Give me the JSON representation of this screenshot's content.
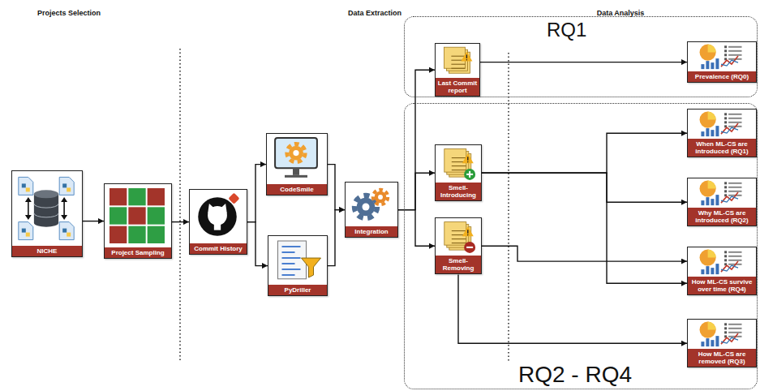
{
  "diagram": {
    "nodes": [
      {
        "text": [
          "NICHE"
        ]
      },
      {
        "text": [
          "Project Sampling"
        ]
      },
      {
        "text": [
          "Commit History"
        ]
      },
      {
        "text": [
          "CodeSmile"
        ]
      },
      {
        "text": [
          "PyDriller"
        ]
      },
      {
        "text": [
          "Integration"
        ]
      },
      {
        "text": [
          "RQ1"
        ]
      },
      {
        "text": [
          "Last Commit report"
        ],
        "in": 6
      },
      {
        "text": [
          "Prevalence (RQ0)"
        ],
        "in": 6
      },
      {
        "text": [
          "RQ2 - RQ4"
        ]
      },
      {
        "text": [
          "Smell-Introducing"
        ],
        "in": 9
      },
      {
        "text": [
          "Smell-Removing"
        ],
        "in": 9
      },
      {
        "text": [
          "When ML-CS are introduced (RQ1)"
        ],
        "in": 9
      },
      {
        "text": [
          "Why ML-CS are introduced (RQ2)"
        ],
        "in": 9
      },
      {
        "text": [
          "How ML-CS survive over time (RQ4)"
        ],
        "in": 9
      },
      {
        "text": [
          "How ML-CS are removed (RQ3)"
        ],
        "in": 9
      }
    ],
    "edges": [
      {
        "from": 0,
        "to": 1,
        "arrow": "to"
      },
      {
        "from": 1,
        "to": 2,
        "arrow": "to"
      },
      {
        "from": 2,
        "to": 3,
        "arrow": "to"
      },
      {
        "from": 2,
        "to": 4,
        "arrow": "to"
      },
      {
        "from": 3,
        "to": 5,
        "arrow": "to"
      },
      {
        "from": 4,
        "to": 5,
        "arrow": "to"
      },
      {
        "from": 5,
        "to": 7,
        "arrow": "to"
      },
      {
        "from": 5,
        "to": 10,
        "arrow": "to"
      },
      {
        "from": 5,
        "to": 11,
        "arrow": "to"
      },
      {
        "from": 7,
        "to": 8,
        "arrow": "to"
      },
      {
        "from": 10,
        "to": 12,
        "arrow": "to"
      },
      {
        "from": 10,
        "to": 13,
        "arrow": "to"
      },
      {
        "from": 10,
        "to": 14,
        "arrow": "to"
      },
      {
        "from": 11,
        "to": 14,
        "arrow": "to"
      },
      {
        "from": 11,
        "to": 15,
        "arrow": "to"
      }
    ],
    "labels": [
      "Projects Selection",
      "Data Extraction",
      "Data Analysis"
    ]
  }
}
